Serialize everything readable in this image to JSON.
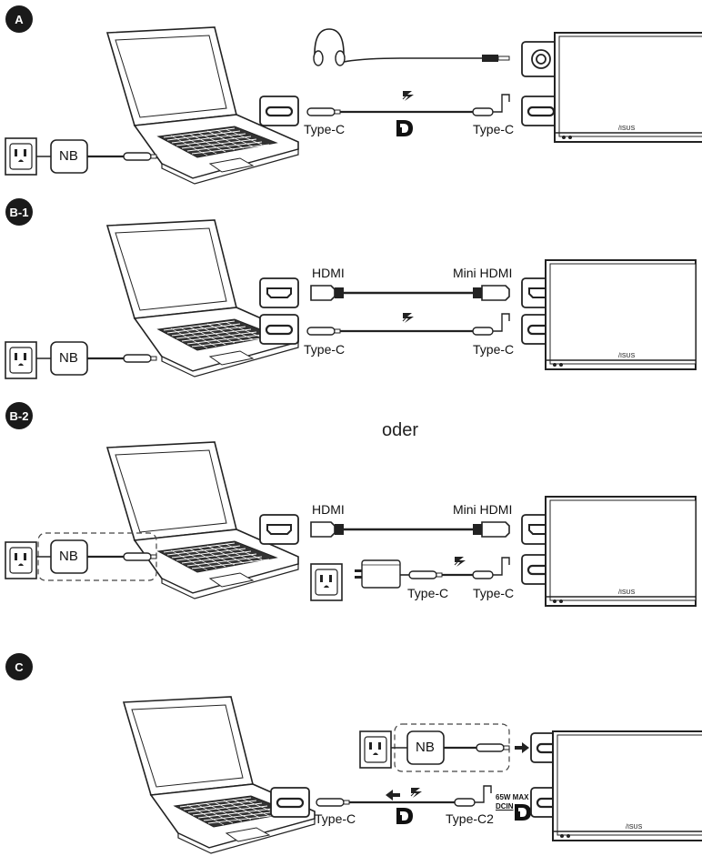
{
  "sections": {
    "a": {
      "badge": "A",
      "nb": "NB",
      "left_port": "Type-C",
      "right_port": "Type-C",
      "brand": "/ISUS"
    },
    "b1": {
      "badge": "B-1",
      "nb": "NB",
      "hdmi_left": "HDMI",
      "hdmi_right": "Mini HDMI",
      "left_port": "Type-C",
      "right_port": "Type-C",
      "brand": "/ISUS"
    },
    "b2": {
      "badge": "B-2",
      "nb": "NB",
      "hdmi_left": "HDMI",
      "hdmi_right": "Mini HDMI",
      "adapter_port": "Type-C",
      "right_port": "Type-C",
      "brand": "/ISUS"
    },
    "c": {
      "badge": "C",
      "nb": "NB",
      "left_port": "Type-C",
      "right_port": "Type-C2",
      "power_max": "65W MAX",
      "dcin": "DCIN",
      "brand": "/ISUS"
    }
  },
  "separator": "oder",
  "icons": [
    "headphones-icon",
    "laptop-icon",
    "wall-outlet-icon",
    "power-adapter-icon",
    "displayport-logo-icon",
    "lightning-icon",
    "usb-c-port-icon",
    "hdmi-port-icon",
    "audio-jack-icon",
    "monitor-icon",
    "arrow-icon"
  ]
}
